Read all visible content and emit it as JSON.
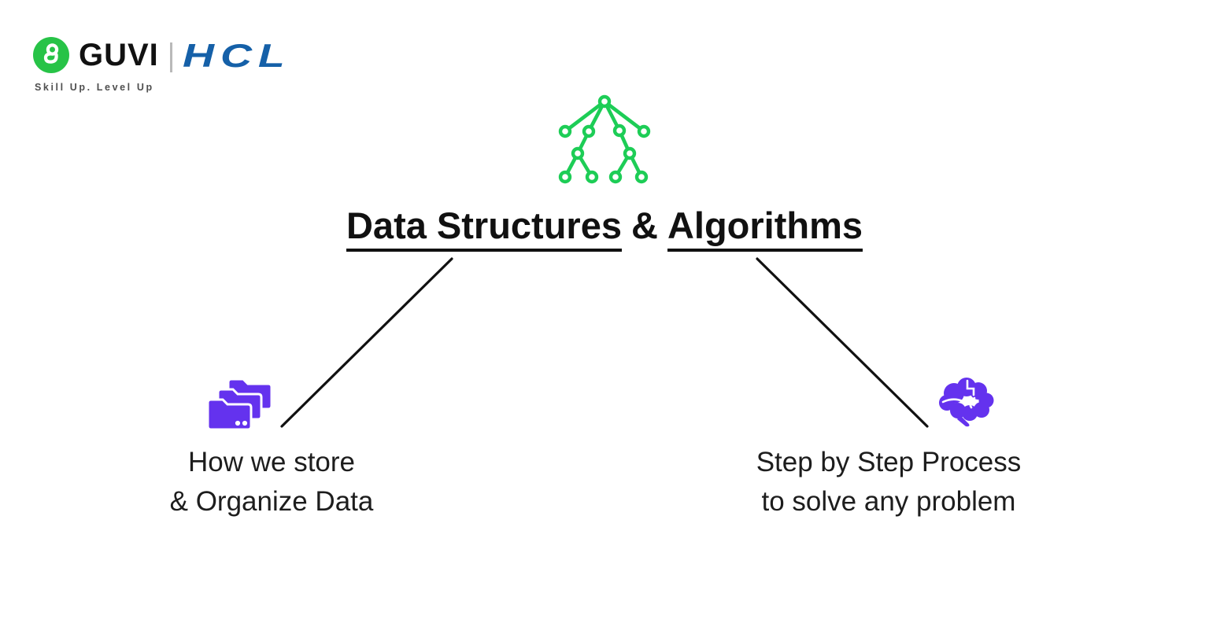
{
  "colors": {
    "bg": "#ffffff",
    "ink": "#111111",
    "green": "#1dcd56",
    "logo-green": "#27c347",
    "purple": "#6432ee",
    "hcl-blue": "#1560a8",
    "tagline-gray": "#4f4f4f",
    "divider-gray": "#b9b9b9"
  },
  "logo": {
    "brand": "GUVI",
    "partner": "HCL",
    "tagline": "Skill Up. Level Up",
    "mark": "guvi-g-icon"
  },
  "diagram": {
    "title": {
      "left": "Data Structures",
      "amp": "&",
      "right": "Algorithms"
    },
    "icons": {
      "center": "tree-icon",
      "left": "folders-icon",
      "right": "brain-icon"
    },
    "left_branch": {
      "line1": "How we store",
      "line2": "& Organize Data"
    },
    "right_branch": {
      "line1": "Step by Step Process",
      "line2": "to solve any problem"
    }
  }
}
